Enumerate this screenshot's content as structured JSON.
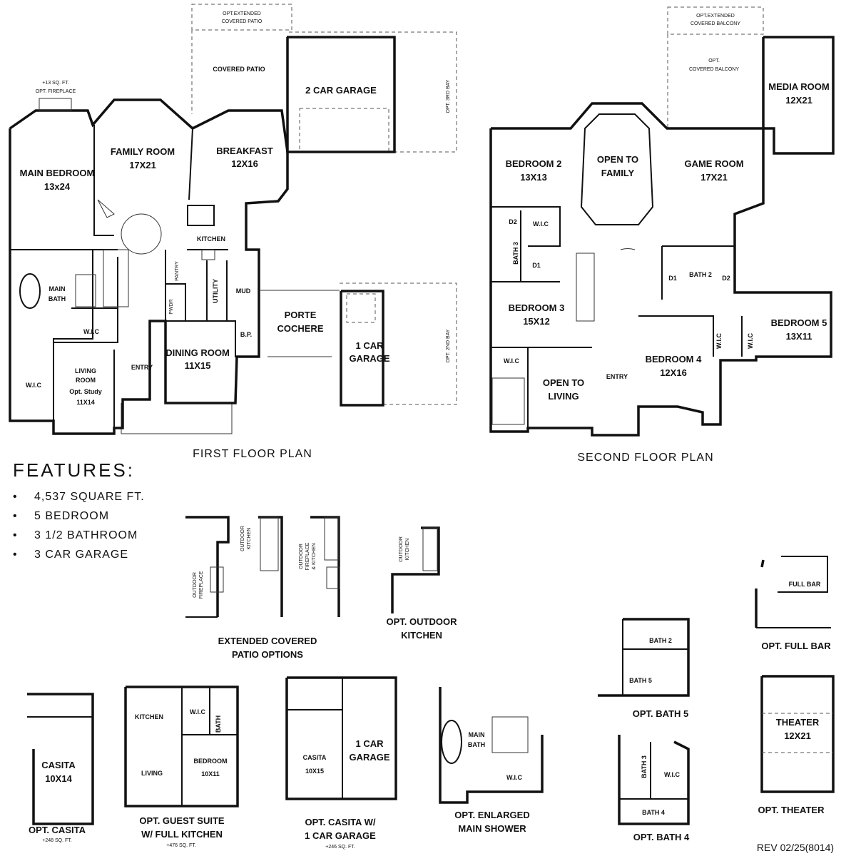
{
  "first_floor": {
    "title": "FIRST FLOOR PLAN",
    "rooms": {
      "ext_patio": [
        "OPT.EXTENDED",
        "COVERED PATIO"
      ],
      "covered_patio": [
        "COVERED PATIO"
      ],
      "garage2": [
        "2 CAR GARAGE"
      ],
      "opt_3rd_bay": [
        "OPT. 3RD BAY"
      ],
      "fireplace_note": [
        "+13 SQ. FT.",
        "OPT. FIREPLACE"
      ],
      "main_bedroom": [
        "MAIN BEDROOM",
        "13x24"
      ],
      "family_room": [
        "FAMILY ROOM",
        "17X21"
      ],
      "breakfast": [
        "BREAKFAST",
        "12X16"
      ],
      "kitchen": [
        "KITCHEN"
      ],
      "pantry": [
        "PANTRY"
      ],
      "pwdr": [
        "PWDR"
      ],
      "utility": [
        "UTILITY"
      ],
      "mud": [
        "MUD"
      ],
      "bp": [
        "B.P."
      ],
      "main_bath": [
        "MAIN",
        "BATH"
      ],
      "wic_center": [
        "W.I.C"
      ],
      "wic_left": [
        "W.I.C"
      ],
      "living_room": [
        "LIVING",
        "ROOM",
        "Opt. Study",
        "11X14"
      ],
      "entry": [
        "ENTRY"
      ],
      "dining_room": [
        "DINING ROOM",
        "11X15"
      ],
      "porte_cochere": [
        "PORTE",
        "COCHERE"
      ],
      "garage1": [
        "1 CAR",
        "GARAGE"
      ],
      "opt_2nd_bay": [
        "OPT. 2ND BAY"
      ]
    }
  },
  "second_floor": {
    "title": "SECOND FLOOR PLAN",
    "rooms": {
      "ext_balcony": [
        "OPT.EXTENDED",
        "COVERED BALCONY"
      ],
      "covered_balcony": [
        "OPT.",
        "COVERED BALCONY"
      ],
      "media_room": [
        "MEDIA ROOM",
        "12X21"
      ],
      "bedroom2": [
        "BEDROOM 2",
        "13X13"
      ],
      "open_family": [
        "OPEN TO",
        "FAMILY"
      ],
      "game_room": [
        "GAME ROOM",
        "17X21"
      ],
      "d2_left": [
        "D2"
      ],
      "wic_b2": [
        "W.I.C"
      ],
      "bath3": [
        "BATH 3"
      ],
      "d1_left": [
        "D1"
      ],
      "d1_right": [
        "D1"
      ],
      "bath2": [
        "BATH 2"
      ],
      "d2_right": [
        "D2"
      ],
      "bedroom3": [
        "BEDROOM 3",
        "15X12"
      ],
      "bedroom5": [
        "BEDROOM 5",
        "13X11"
      ],
      "wic_b3": [
        "W.I.C"
      ],
      "open_living": [
        "OPEN TO",
        "LIVING"
      ],
      "entry2": [
        "ENTRY"
      ],
      "bedroom4": [
        "BEDROOM 4",
        "12X16"
      ],
      "wic_b4": [
        "W.I.C"
      ],
      "wic_b5": [
        "W.I.C"
      ]
    }
  },
  "features": {
    "heading": "FEATURES:",
    "bullet": "•",
    "items": [
      "4,537 SQUARE FT.",
      "5 BEDROOM",
      "3 1/2 BATHROOM",
      "3 CAR GARAGE"
    ]
  },
  "options": {
    "patio_options_title": [
      "EXTENDED COVERED",
      "PATIO OPTIONS"
    ],
    "outdoor_fireplace": [
      "OUTDOOR",
      "FIREPLACE"
    ],
    "outdoor_kitchen_a": [
      "OUTDOOR",
      "KITCHEN"
    ],
    "outdoor_fireplace_kitchen": [
      "OUTDOOR",
      "FIREPLACE",
      "& KITCHEN"
    ],
    "outdoor_kitchen_b": [
      "OUTDOOR",
      "KITCHEN"
    ],
    "opt_outdoor_kitchen": [
      "OPT. OUTDOOR",
      "KITCHEN"
    ],
    "full_bar_label": "FULL BAR",
    "opt_full_bar": "OPT. FULL BAR",
    "opt_bath5": "OPT. BATH 5",
    "bath5_labels": [
      "BATH 2",
      "BATH 5"
    ],
    "theater": [
      "THEATER",
      "12X21"
    ],
    "opt_theater": "OPT. THEATER",
    "opt_bath4": "OPT. BATH 4",
    "bath4_labels": [
      "BATH 3",
      "W.I.C",
      "BATH 4"
    ],
    "casita": [
      "CASITA",
      "10X14"
    ],
    "opt_casita": [
      "OPT. CASITA",
      "+248 SQ. FT."
    ],
    "guest_suite": [
      "KITCHEN",
      "W.I.C",
      "BATH",
      "LIVING",
      "BEDROOM",
      "10X11"
    ],
    "opt_guest_suite": [
      "OPT. GUEST SUITE",
      "W/ FULL KITCHEN",
      "+476 SQ. FT."
    ],
    "casita_garage": [
      "CASITA",
      "10X15",
      "1 CAR",
      "GARAGE"
    ],
    "opt_casita_garage": [
      "OPT. CASITA W/",
      "1 CAR GARAGE",
      "+246 SQ. FT."
    ],
    "enlarged_shower": [
      "MAIN",
      "BATH",
      "W.I.C"
    ],
    "opt_enlarged_shower": [
      "OPT. ENLARGED",
      "MAIN SHOWER"
    ]
  },
  "revision": "REV 02/25(8014)"
}
